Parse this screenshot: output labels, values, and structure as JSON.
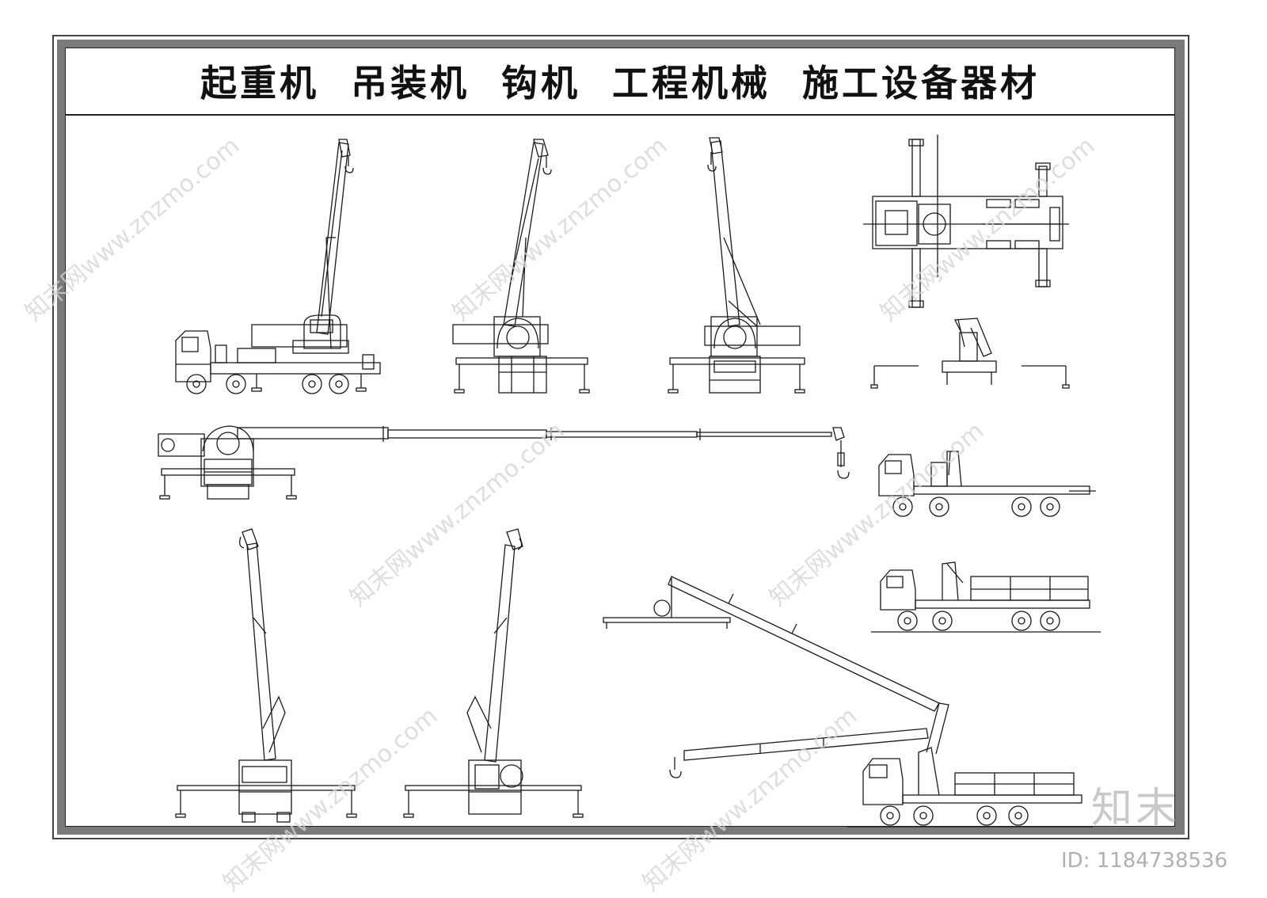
{
  "title": "起重机  吊装机  钩机  工程机械  施工设备器材",
  "watermark": {
    "site": "知末网www.znzmo.com",
    "logo": "知末",
    "id": "ID: 1184738536"
  },
  "colors": {
    "line": "#1a1a1a",
    "frame_band": "#7a7a7a",
    "watermark": "#d4d4d4"
  }
}
